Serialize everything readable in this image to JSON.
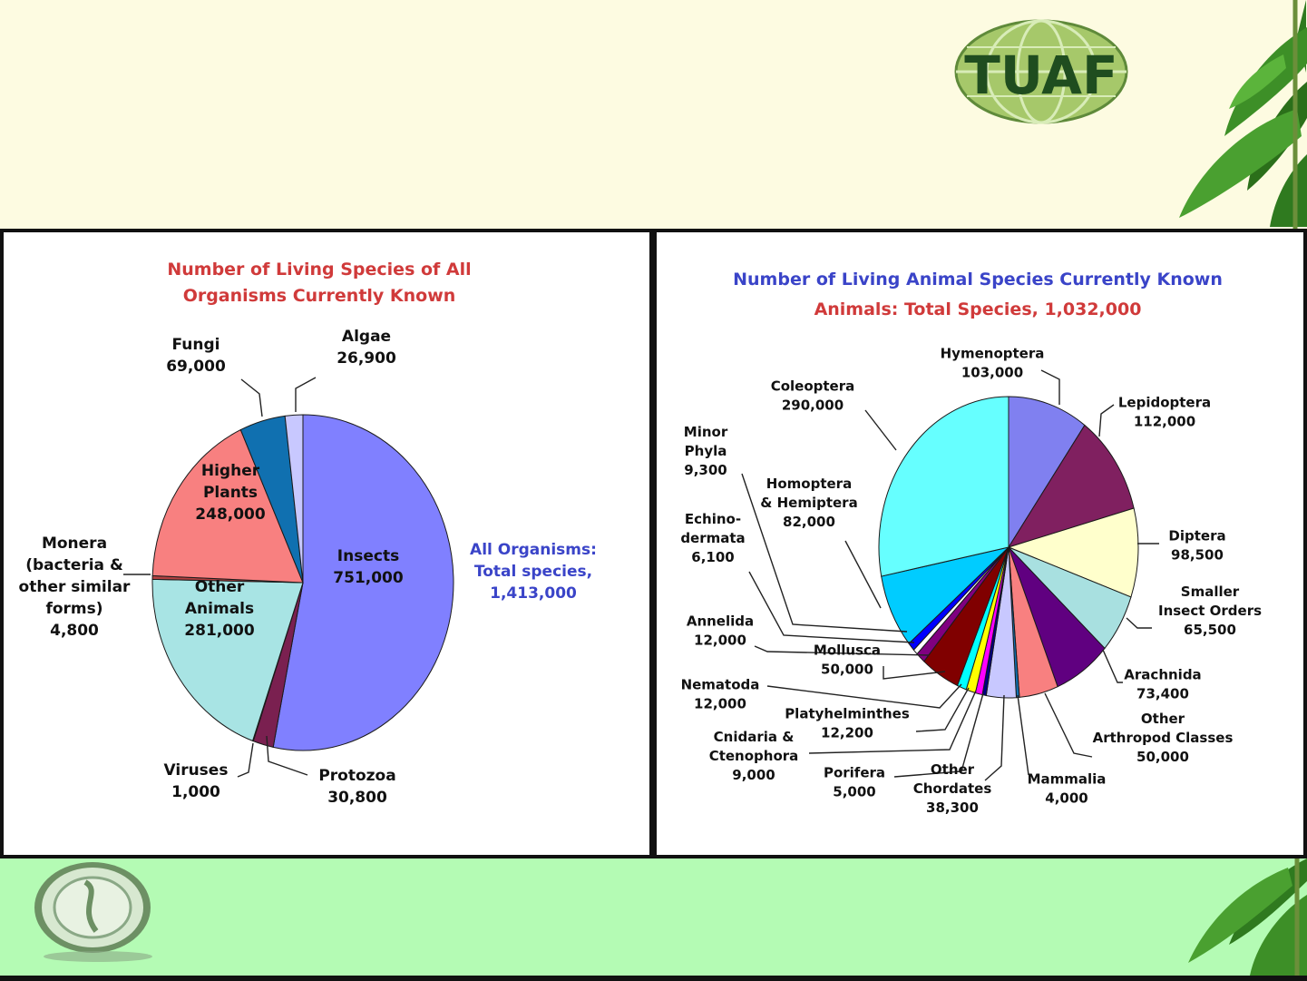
{
  "logo": {
    "text": "TUAF"
  },
  "chart_data": [
    {
      "type": "pie",
      "title_lines": [
        "Number of Living Species of All",
        "Organisms Currently Known"
      ],
      "total_label_lines": [
        "All Organisms:",
        "Total species,",
        "1,413,000"
      ],
      "title_color": "#d03a3a",
      "total_color": "#3a44c8",
      "slices": [
        {
          "label_lines": [
            "Insects"
          ],
          "value_text": "751,000",
          "value": 751000,
          "color": "#8080ff"
        },
        {
          "label_lines": [
            "Protozoa"
          ],
          "value_text": "30,800",
          "value": 30800,
          "color": "#7a2050"
        },
        {
          "label_lines": [
            "Viruses"
          ],
          "value_text": "1,000",
          "value": 1000,
          "color": "#d04040"
        },
        {
          "label_lines": [
            "Other",
            "Animals"
          ],
          "value_text": "281,000",
          "value": 281000,
          "color": "#a8e4e4"
        },
        {
          "label_lines": [
            "Monera",
            "(bacteria &",
            "other similar",
            "forms)"
          ],
          "value_text": "4,800",
          "value": 4800,
          "color": "#b04040"
        },
        {
          "label_lines": [
            "Higher",
            "Plants"
          ],
          "value_text": "248,000",
          "value": 248000,
          "color": "#f88080"
        },
        {
          "label_lines": [
            "Fungi"
          ],
          "value_text": "69,000",
          "value": 69000,
          "color": "#1070b0"
        },
        {
          "label_lines": [
            "Algae"
          ],
          "value_text": "26,900",
          "value": 26900,
          "color": "#c8c8ff"
        }
      ]
    },
    {
      "type": "pie",
      "title_lines": [
        "Number of Living Animal Species Currently Known"
      ],
      "subtitle": "Animals: Total Species, 1,032,000",
      "title_color": "#3a44c8",
      "subtitle_color": "#d03a3a",
      "slices": [
        {
          "label_lines": [
            "Hymenoptera"
          ],
          "value_text": "103,000",
          "value": 103000,
          "color": "#8080f0"
        },
        {
          "label_lines": [
            "Lepidoptera"
          ],
          "value_text": "112,000",
          "value": 112000,
          "color": "#802060"
        },
        {
          "label_lines": [
            "Diptera"
          ],
          "value_text": "98,500",
          "value": 98500,
          "color": "#ffffcc"
        },
        {
          "label_lines": [
            "Smaller",
            "Insect Orders"
          ],
          "value_text": "65,500",
          "value": 65500,
          "color": "#a8e0e0"
        },
        {
          "label_lines": [
            "Arachnida"
          ],
          "value_text": "73,400",
          "value": 73400,
          "color": "#600080"
        },
        {
          "label_lines": [
            "Other",
            "Arthropod Classes"
          ],
          "value_text": "50,000",
          "value": 50000,
          "color": "#f88080"
        },
        {
          "label_lines": [
            "Mammalia"
          ],
          "value_text": "4,000",
          "value": 4000,
          "color": "#1070b0"
        },
        {
          "label_lines": [
            "Other",
            "Chordates"
          ],
          "value_text": "38,300",
          "value": 38300,
          "color": "#c8c8ff"
        },
        {
          "label_lines": [
            "Porifera"
          ],
          "value_text": "5,000",
          "value": 5000,
          "color": "#000080"
        },
        {
          "label_lines": [
            "Cnidaria &",
            "Ctenophora"
          ],
          "value_text": "9,000",
          "value": 9000,
          "color": "#ff00ff"
        },
        {
          "label_lines": [
            "Platyhelminthes"
          ],
          "value_text": "12,200",
          "value": 12200,
          "color": "#ffff00"
        },
        {
          "label_lines": [
            "Nematoda"
          ],
          "value_text": "12,000",
          "value": 12000,
          "color": "#00ffff"
        },
        {
          "label_lines": [
            "Mollusca"
          ],
          "value_text": "50,000",
          "value": 50000,
          "color": "#800000"
        },
        {
          "label_lines": [
            "Annelida"
          ],
          "value_text": "12,000",
          "value": 12000,
          "color": "#800080"
        },
        {
          "label_lines": [
            "Echino-",
            "dermata"
          ],
          "value_text": "6,100",
          "value": 6100,
          "color": "#ffffff"
        },
        {
          "label_lines": [
            "Minor",
            "Phyla"
          ],
          "value_text": "9,300",
          "value": 9300,
          "color": "#0000ff"
        },
        {
          "label_lines": [
            "Homoptera",
            "& Hemiptera"
          ],
          "value_text": "82,000",
          "value": 82000,
          "color": "#00ccff"
        },
        {
          "label_lines": [
            "Coleoptera"
          ],
          "value_text": "290,000",
          "value": 290000,
          "color": "#66ffff"
        }
      ]
    }
  ]
}
